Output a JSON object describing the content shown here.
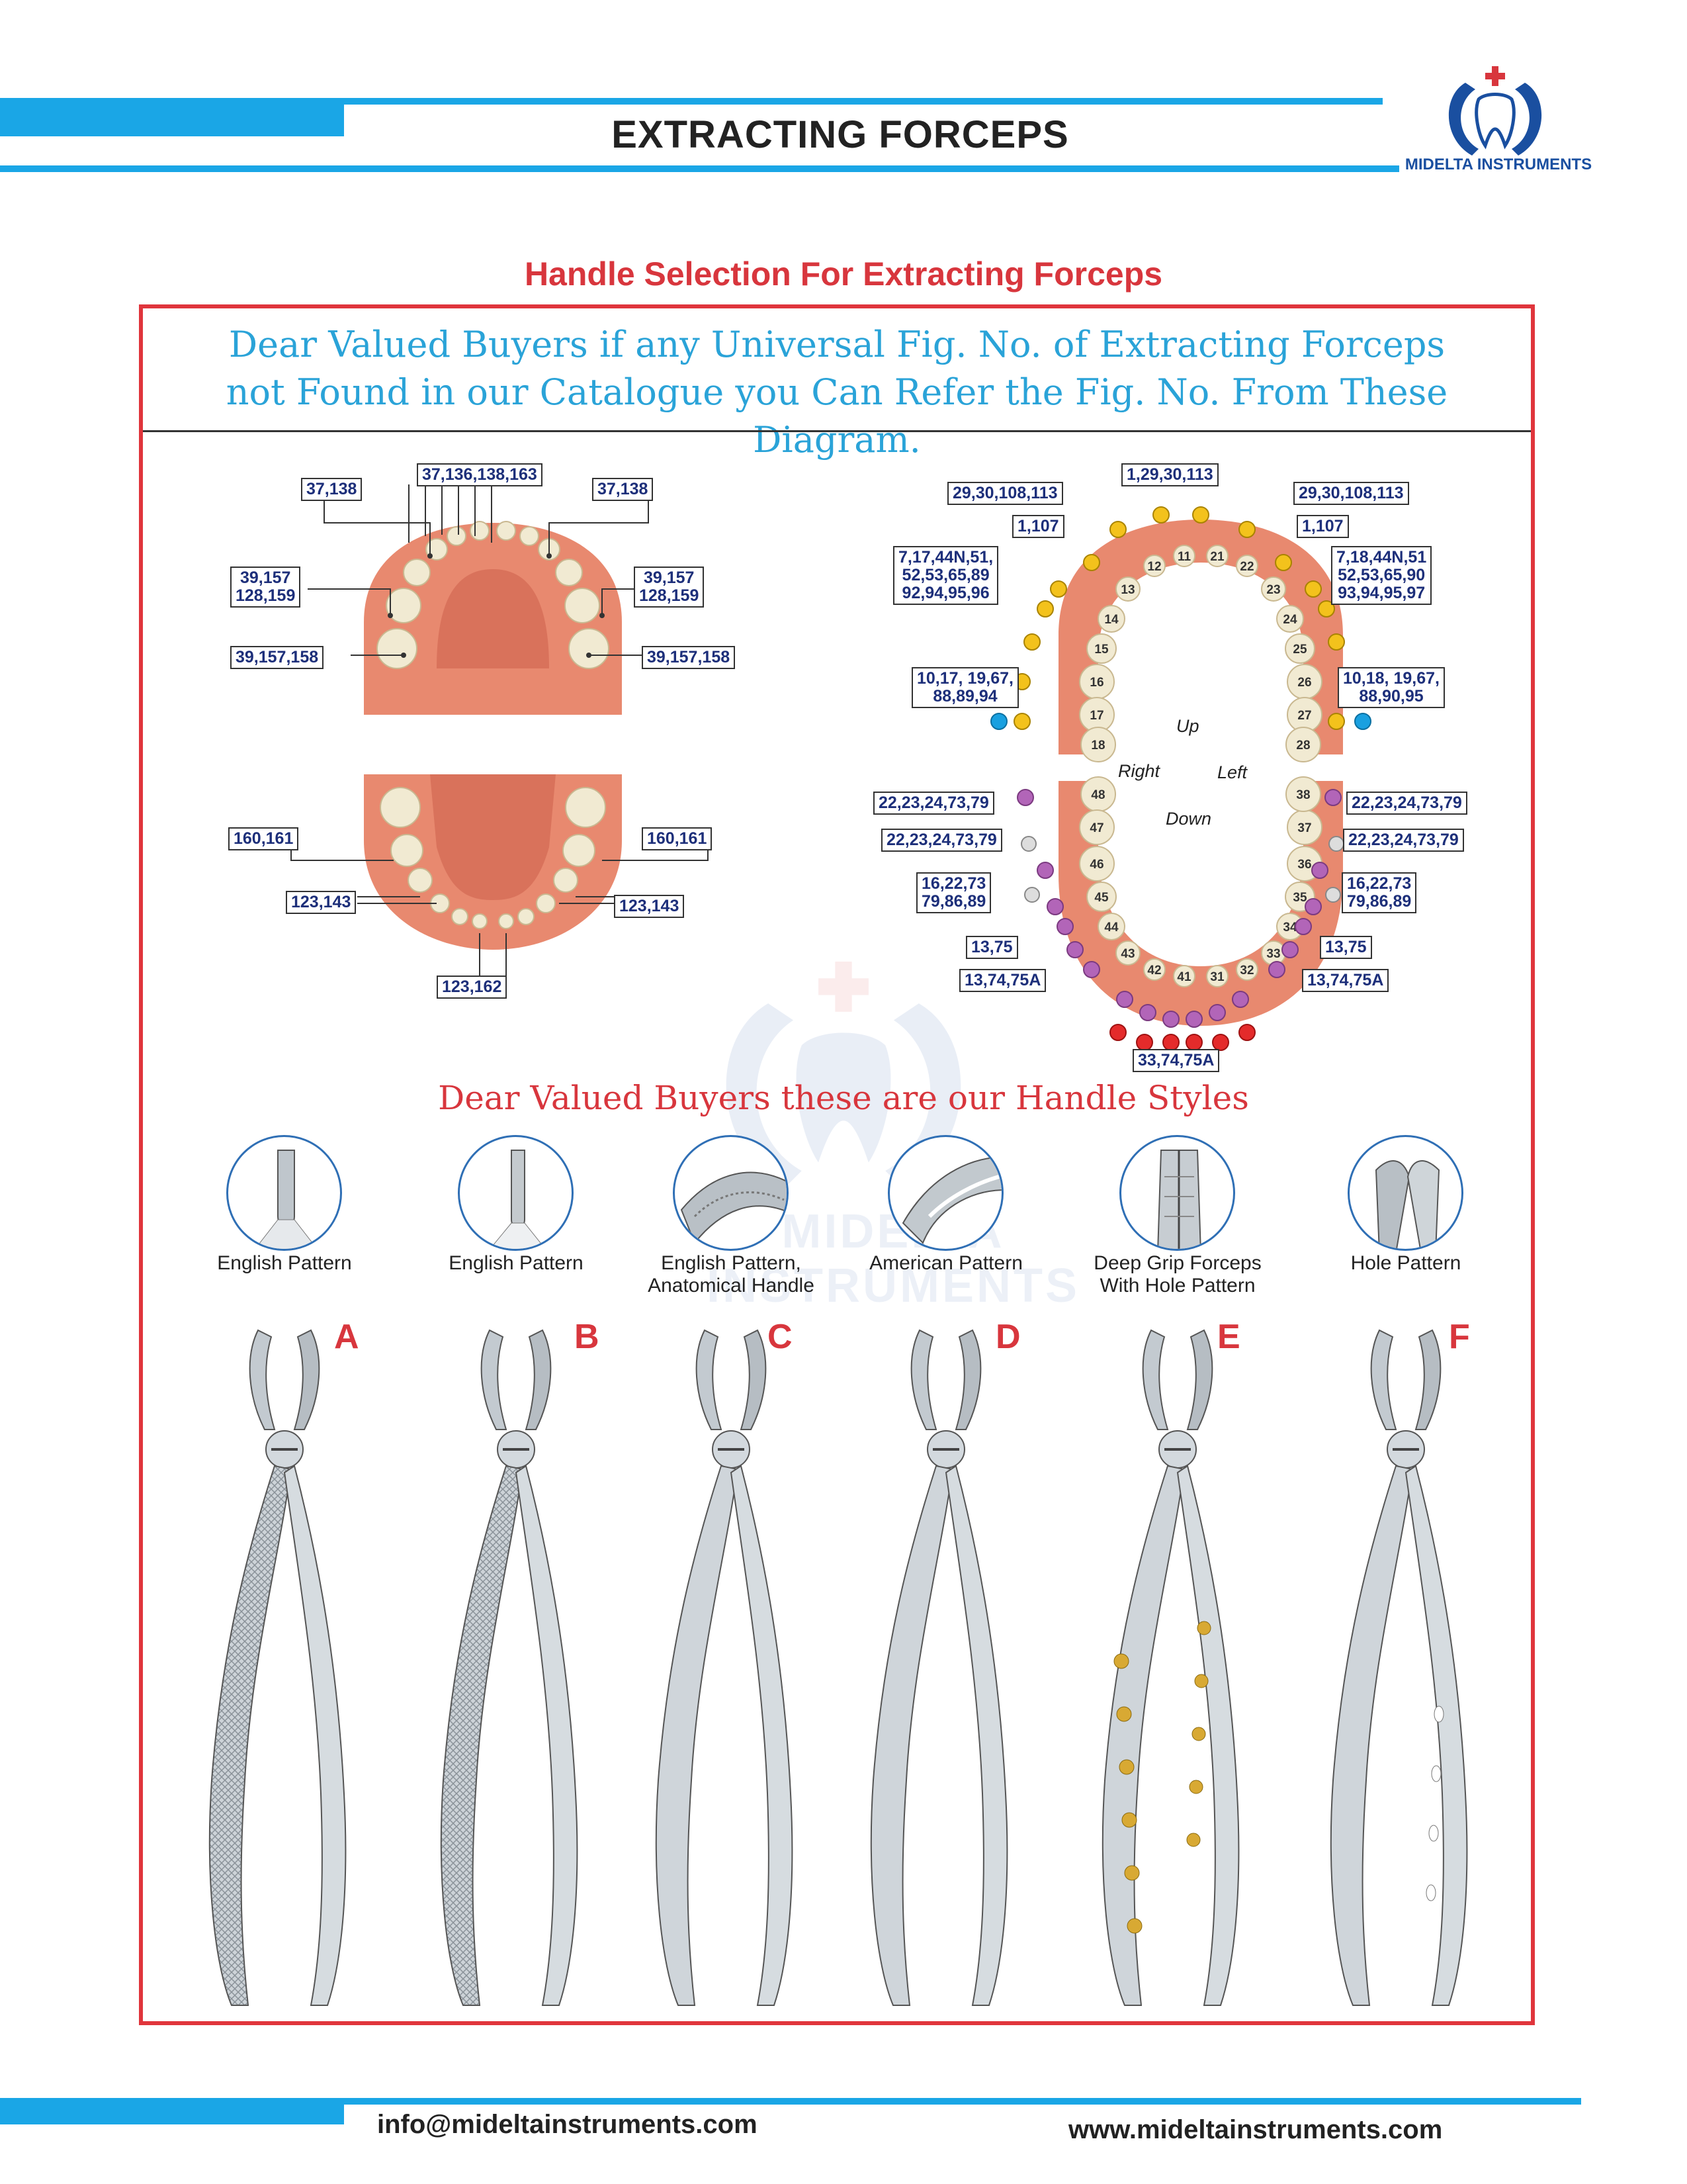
{
  "header": {
    "title": "EXTRACTING FORCEPS",
    "brand": "MIDELTA INSTRUMENTS"
  },
  "section_title": "Handle Selection For Extracting Forceps",
  "intro": {
    "line1": "Dear Valued Buyers if any Universal Fig. No. of Extracting Forceps",
    "line2": "not Found in our Catalogue you Can Refer the Fig. No. From These Diagram."
  },
  "left_diagram": {
    "upper_labels": [
      "37,138",
      "37,136,138,163",
      "37,138",
      "39,157\n128,159",
      "39,157\n128,159",
      "39,157,158",
      "39,157,158"
    ],
    "lower_labels": [
      "160,161",
      "160,161",
      "123,143",
      "123,143",
      "123,162"
    ]
  },
  "right_diagram": {
    "upper_labels": [
      "1,29,30,113",
      "29,30,108,113",
      "29,30,108,113",
      "1,107",
      "1,107",
      "7,17,44N,51,\n52,53,65,89\n92,94,95,96",
      "7,18,44N,51\n52,53,65,90\n93,94,95,97",
      "10,17, 19,67,\n88,89,94",
      "10,18, 19,67,\n88,90,95"
    ],
    "lower_labels": [
      "22,23,24,73,79",
      "22,23,24,73,79",
      "22,23,24,73,79",
      "22,23,24,73,79",
      "16,22,73\n79,86,89",
      "16,22,73\n79,86,89",
      "13,75",
      "13,75",
      "13,74,75A",
      "13,74,75A",
      "33,74,75A"
    ],
    "upper_teeth": [
      "11",
      "12",
      "13",
      "14",
      "15",
      "16",
      "17",
      "18",
      "21",
      "22",
      "23",
      "24",
      "25",
      "26",
      "27",
      "28"
    ],
    "lower_teeth": [
      "48",
      "47",
      "46",
      "45",
      "44",
      "43",
      "42",
      "41",
      "31",
      "32",
      "33",
      "34",
      "35",
      "36",
      "37",
      "38"
    ],
    "directions": {
      "up": "Up",
      "right": "Right",
      "left": "Left",
      "down": "Down"
    }
  },
  "handle_styles": {
    "title": "Dear Valued Buyers these are our Handle Styles",
    "items": [
      {
        "caption": "English Pattern",
        "letter": "A"
      },
      {
        "caption": "English Pattern",
        "letter": "B"
      },
      {
        "caption": "English Pattern,\nAnatomical Handle",
        "letter": "C"
      },
      {
        "caption": "American Pattern",
        "letter": "D"
      },
      {
        "caption": "Deep Grip Forceps\nWith Hole Pattern",
        "letter": "E"
      },
      {
        "caption": "Hole Pattern",
        "letter": "F"
      }
    ]
  },
  "footer": {
    "email": "info@mideltainstruments.com",
    "website": "www.mideltainstruments.com"
  },
  "colors": {
    "accent_blue": "#1aa6e6",
    "accent_red": "#d8363d",
    "label_text": "#1d2f7a",
    "gum": "#e8896f"
  }
}
